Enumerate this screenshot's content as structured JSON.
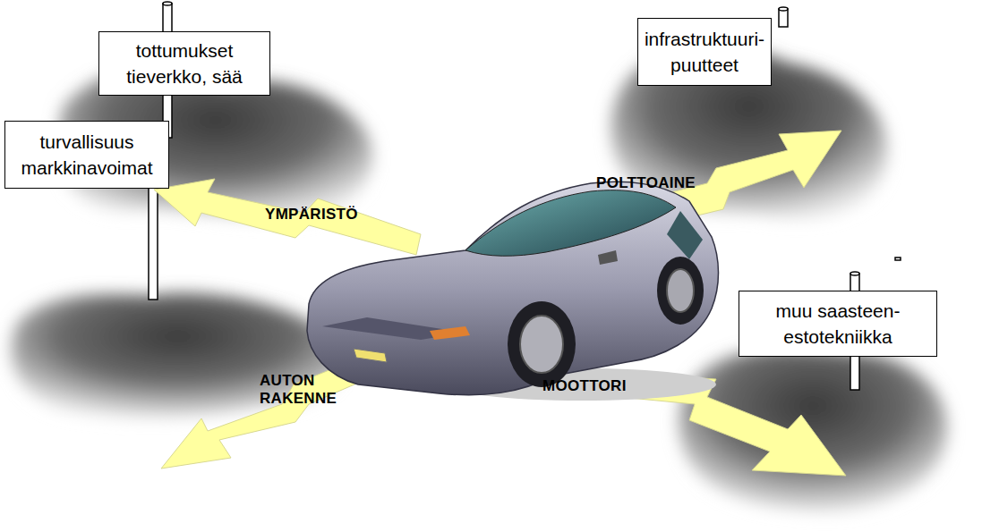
{
  "diagram": {
    "nodes": [
      {
        "text": [
          "tottumukset tieverkko, sää"
        ]
      },
      {
        "text": [
          "infrastruktuuri- puutteet"
        ]
      },
      {
        "text": [
          "turvallisuus markkinavoimat"
        ]
      },
      {
        "text": [
          "muu saasteen- estotekniikka"
        ]
      }
    ],
    "labels": [
      "YMPÄRISTÖ",
      "POLTTOAINE",
      "AUTON RAKENNE",
      "MOOTTORI"
    ]
  }
}
